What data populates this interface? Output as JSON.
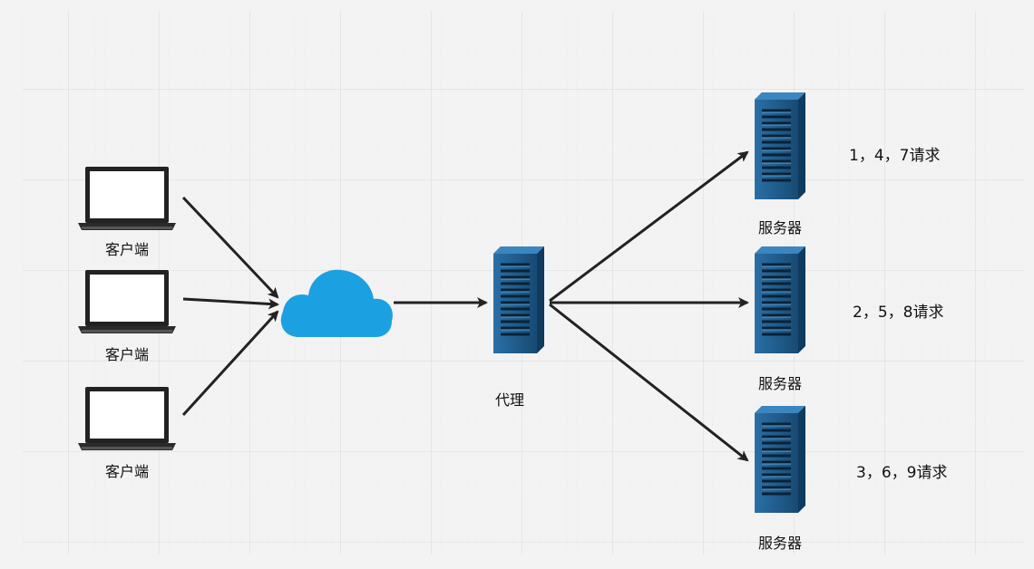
{
  "diagram": {
    "clients": [
      {
        "label": "客户端"
      },
      {
        "label": "客户端"
      },
      {
        "label": "客户端"
      }
    ],
    "proxy": {
      "label": "代理"
    },
    "servers": [
      {
        "label": "服务器",
        "note": "1，4，7请求"
      },
      {
        "label": "服务器",
        "note": "2，5，8请求"
      },
      {
        "label": "服务器",
        "note": "3，6，9请求"
      }
    ],
    "colors": {
      "cloud": "#1ba1e2",
      "server": "#1f5b8c",
      "arrow": "#222222",
      "grid": "#d9d9d9"
    }
  }
}
